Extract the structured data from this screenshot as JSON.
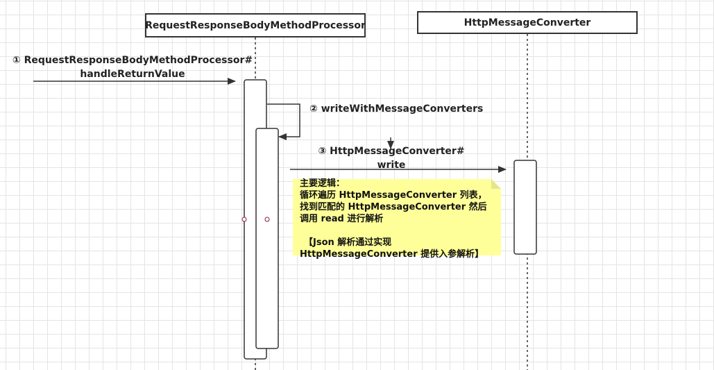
{
  "lifelines": {
    "left": "RequestResponseBodyMethodProcessor",
    "right": "HttpMessageConverter"
  },
  "messages": {
    "m1": {
      "line1": "① RequestResponseBodyMethodProcessor#",
      "line2": "handleReturnValue"
    },
    "m2": {
      "line1": "② writeWithMessageConverters"
    },
    "m3": {
      "line1": "③ HttpMessageConverter#",
      "line2": "write"
    }
  },
  "note": {
    "line1": "主要逻辑：",
    "line2": "循环遍历 HttpMessageConverter 列表，",
    "line3": "找到匹配的 HttpMessageConverter 然后",
    "line4": "调用 read 进行解析",
    "line5": "【Json 解析通过实现",
    "line6": "HttpMessageConverter  提供入参解析】"
  },
  "colors": {
    "note_fill": "#ffff99",
    "note_fold": "#e5e58a",
    "line": "#333333",
    "grid": "#e4e4e4"
  }
}
